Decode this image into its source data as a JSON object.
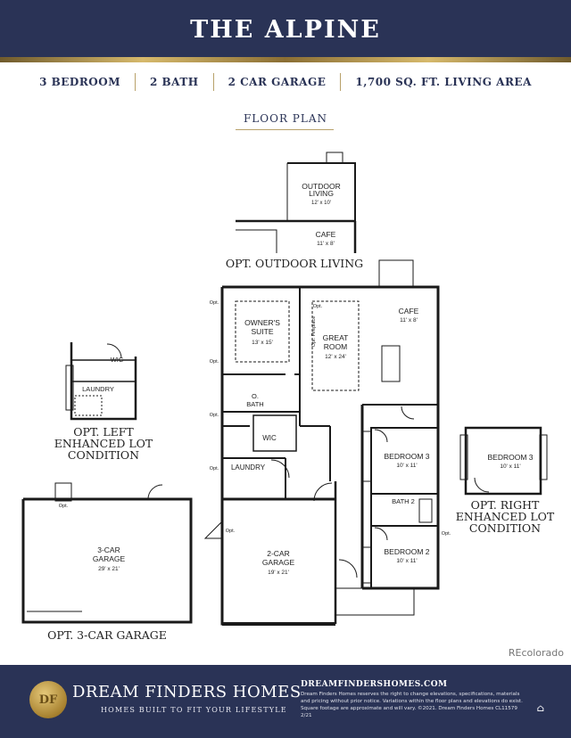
{
  "header": {
    "title": "THE ALPINE"
  },
  "specs": {
    "bedrooms": "3 BEDROOM",
    "baths": "2 BATH",
    "garage": "2 CAR GARAGE",
    "area": "1,700 SQ. FT. LIVING AREA"
  },
  "floor_plan": {
    "heading": "FLOOR PLAN",
    "captions": {
      "outdoor_living": "OPT. OUTDOOR LIVING",
      "left_lot": "OPT. LEFT\nENHANCED LOT\nCONDITION",
      "right_lot": "OPT. RIGHT\nENHANCED LOT\nCONDITION",
      "three_car": "OPT. 3-CAR GARAGE"
    },
    "rooms": {
      "outdoor_living": {
        "name": "OUTDOOR\nLIVING",
        "size": "12' x 10'"
      },
      "cafe_opt": {
        "name": "CAFE",
        "size": "11' x 8'"
      },
      "owners_suite": {
        "name": "OWNER'S\nSUITE",
        "size": "13' x 15'"
      },
      "great_room": {
        "name": "GREAT\nROOM",
        "size": "12' x 24'"
      },
      "cafe": {
        "name": "CAFE",
        "size": "11' x 8'"
      },
      "o_bath": {
        "name": "O.\nBATH"
      },
      "wic_main": {
        "name": "WIC"
      },
      "laundry_main": {
        "name": "LAUNDRY"
      },
      "bedroom3": {
        "name": "BEDROOM 3",
        "size": "10' x 11'"
      },
      "bath2": {
        "name": "BATH 2"
      },
      "bedroom2": {
        "name": "BEDROOM 2",
        "size": "10' x 11'"
      },
      "garage2": {
        "name": "2-CAR\nGARAGE",
        "size": "19' x 21'"
      },
      "garage3": {
        "name": "3-CAR\nGARAGE",
        "size": "29' x 21'"
      },
      "wic_left": {
        "name": "WIC"
      },
      "laundry_left": {
        "name": "LAUNDRY"
      },
      "bedroom3_right": {
        "name": "BEDROOM 3",
        "size": "10' x 11'"
      }
    },
    "opt_label": "Opt.",
    "opt_fireplace": "Opt. Fireplace"
  },
  "footer": {
    "seal_text": "DF",
    "brand": "DREAM FINDERS HOMES",
    "tagline": "HOMES BUILT TO FIT YOUR LIFESTYLE",
    "website": "DREAMFINDERSHOMES.COM",
    "disclaimer": "Dream Finders Homes reserves the right to change elevations, specifications, materials and pricing without prior notice. Variations within the floor plans and elevations do exist. Square footage are approximate and will vary. ©2021. Dream Finders Homes CL11579   2/21"
  },
  "watermark": "REcolorado"
}
